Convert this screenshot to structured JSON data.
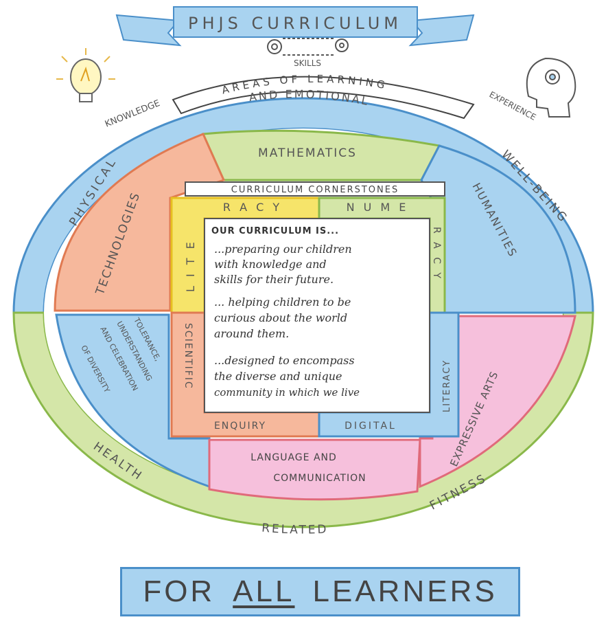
{
  "title": "PHJS CURRICULUM",
  "skills_label": "SKILLS",
  "areas_banner": "AREAS OF LEARNING",
  "knowledge_label": "KNOWLEDGE",
  "experience_label": "EXPERIENCE",
  "outer_ring": {
    "top": "AND EMOTIONAL",
    "left": "PHYSICAL",
    "right": "WELL-BEING",
    "bottom_left": "HEALTH",
    "bottom": "RELATED",
    "bottom_right": "FITNESS"
  },
  "areas": {
    "mathematics": "MATHEMATICS",
    "technologies": "TECHNOLOGIES",
    "humanities": "HUMANITIES",
    "diversity_line1": "TOLERANCE,",
    "diversity_line2": "UNDERSTANDING",
    "diversity_line3": "AND CELEBRATION",
    "diversity_line4": "OF DIVERSITY",
    "expressive_arts": "EXPRESSIVE ARTS",
    "language_line1": "LANGUAGE AND",
    "language_line2": "COMMUNICATION"
  },
  "cornerstones": {
    "header": "CURRICULUM CORNERSTONES",
    "literacy_top": "R A C Y",
    "literacy_side": "L I T E",
    "numeracy_top": "N U M E",
    "numeracy_side": "R A C Y",
    "scientific_side": "SCIENTIFIC",
    "scientific_bottom": "ENQUIRY",
    "digital_bottom": "DIGITAL",
    "digital_side": "LITERACY"
  },
  "statement": {
    "heading": "OUR CURRICULUM IS...",
    "line1": "...preparing our children",
    "line2": "with knowledge and",
    "line3": "skills for their future.",
    "line4": "... helping children to be",
    "line5": "curious about the world",
    "line6": "around them.",
    "line7": "...designed to encompass",
    "line8": "the diverse and unique",
    "line9": "community in which we live"
  },
  "footer": {
    "part1": "FOR",
    "part2": "ALL",
    "part3": "LEARNERS"
  },
  "colors": {
    "blue": "#a9d3f0",
    "blue_stroke": "#4a8fc9",
    "green": "#d4e6a8",
    "green_stroke": "#8ab84a",
    "orange": "#f6b89c",
    "orange_stroke": "#e07a52",
    "pink": "#f6c0dc",
    "pink_stroke": "#e06a7a",
    "yellow": "#f6e46a"
  }
}
